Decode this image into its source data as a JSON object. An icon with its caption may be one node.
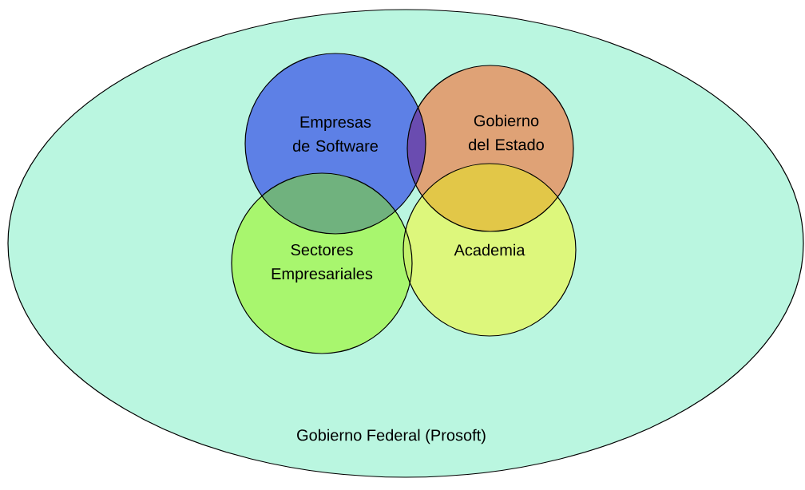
{
  "diagram": {
    "nodes": [
      {
        "text": [
          "Gobierno Federal (Prosoft)"
        ]
      },
      {
        "text": [
          "Empresas de Software"
        ],
        "in": 0
      },
      {
        "text": [
          "Gobierno del Estado"
        ],
        "in": 0
      },
      {
        "text": [
          "Sectores Empresariales"
        ],
        "in": 0
      },
      {
        "text": [
          "Academia"
        ],
        "in": 0
      }
    ]
  }
}
